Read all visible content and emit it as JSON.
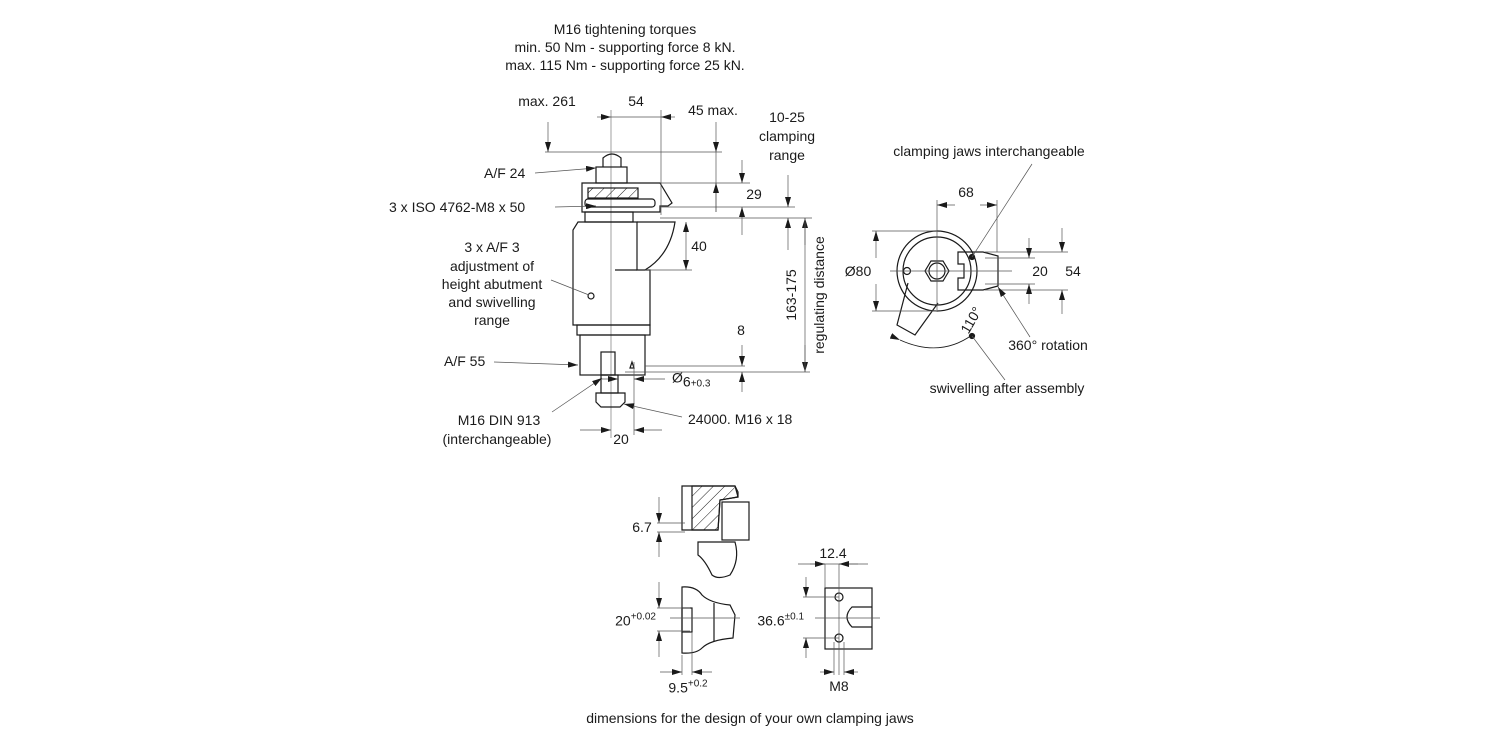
{
  "header": {
    "line1": "M16 tightening torques",
    "line2": "min. 50 Nm - supporting force 8 kN.",
    "line3": "max. 115 Nm - supporting force 25 kN."
  },
  "side_view": {
    "max_261": "max. 261",
    "dim_54": "54",
    "max_45": "45 max.",
    "clamping_range": [
      "10-25",
      "clamping",
      "range"
    ],
    "af24": "A/F 24",
    "iso_screws": "3 x ISO 4762-M8 x 50",
    "dim_29": "29",
    "dim_40": "40",
    "adjustment": [
      "3 x A/F 3",
      "adjustment of",
      "height abutment",
      "and swivelling",
      "range"
    ],
    "range_163_175": "163-175",
    "regulating_distance": "regulating distance",
    "dim_8": "8",
    "af55": "A/F 55",
    "pin_diameter": {
      "symbol": "Ø",
      "base": "6",
      "tol": "+0.3"
    },
    "m16_din": [
      "M16 DIN 913",
      "(interchangeable)"
    ],
    "part_24000": "24000. M16 x 18",
    "dim_20": "20"
  },
  "top_view": {
    "jaws_note": "clamping jaws interchangeable",
    "dim_68": "68",
    "dia_80": "Ø80",
    "dim_20": "20",
    "dim_54": "54",
    "angle_110": "110°",
    "rotation_360": "360° rotation",
    "swivelling": "swivelling after assembly"
  },
  "jaw_details": {
    "dim_6_7": "6.7",
    "dim_20": {
      "base": "20",
      "tol": "+0.02"
    },
    "dim_9_5": {
      "base": "9.5",
      "tol": "+0.2"
    },
    "dim_12_4": "12.4",
    "dim_36_6": {
      "base": "36.6",
      "tol": "±0.1"
    },
    "m8": "M8",
    "caption": "dimensions for the design of your own clamping jaws"
  },
  "colors": {
    "line": "#1a1a1a",
    "thin": "#555555"
  }
}
